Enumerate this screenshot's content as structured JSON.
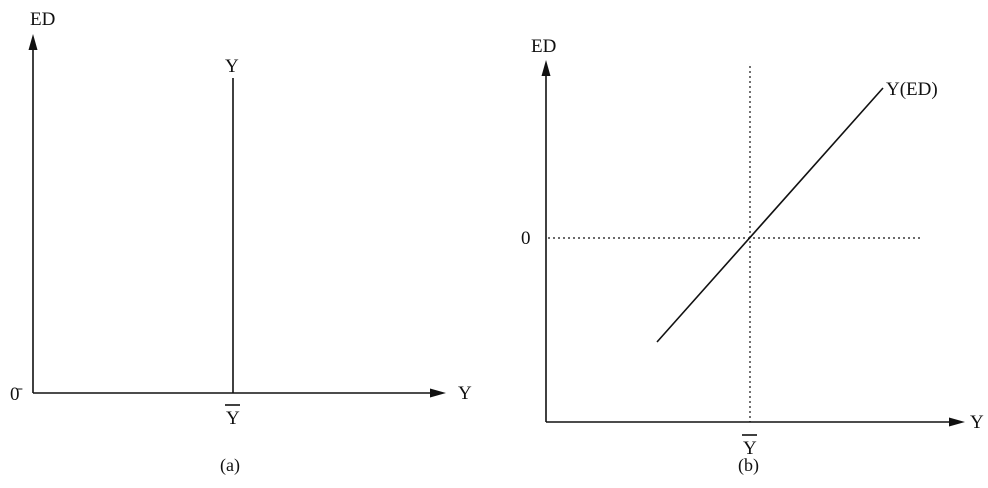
{
  "panel_a": {
    "y_axis_label": "ED",
    "x_axis_label": "Y",
    "origin_label": "0̄",
    "line_label": "Y",
    "tick_label": "Y",
    "caption": "(a)"
  },
  "panel_b": {
    "y_axis_label": "ED",
    "x_axis_label": "Y",
    "zero_label": "0",
    "curve_label": "Y(ED)",
    "tick_label": "Y",
    "caption": "(b)"
  }
}
